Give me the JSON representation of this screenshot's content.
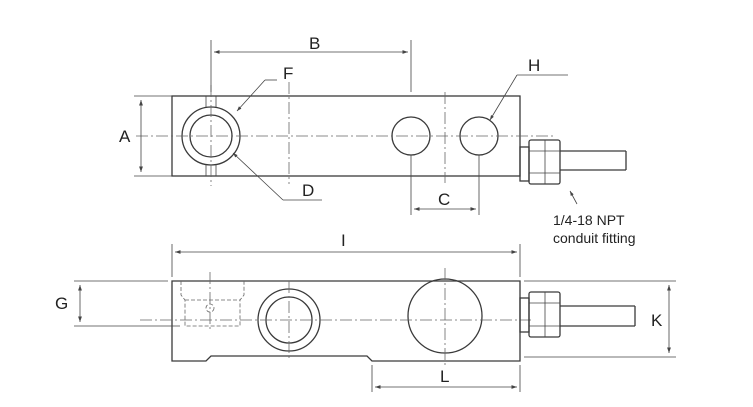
{
  "dimension_labels": {
    "A": "A",
    "B": "B",
    "C": "C",
    "D": "D",
    "F": "F",
    "G": "G",
    "H": "H",
    "I": "I",
    "K": "K",
    "L": "L"
  },
  "note": {
    "line1": "1/4-18 NPT",
    "line2": "conduit fitting"
  }
}
